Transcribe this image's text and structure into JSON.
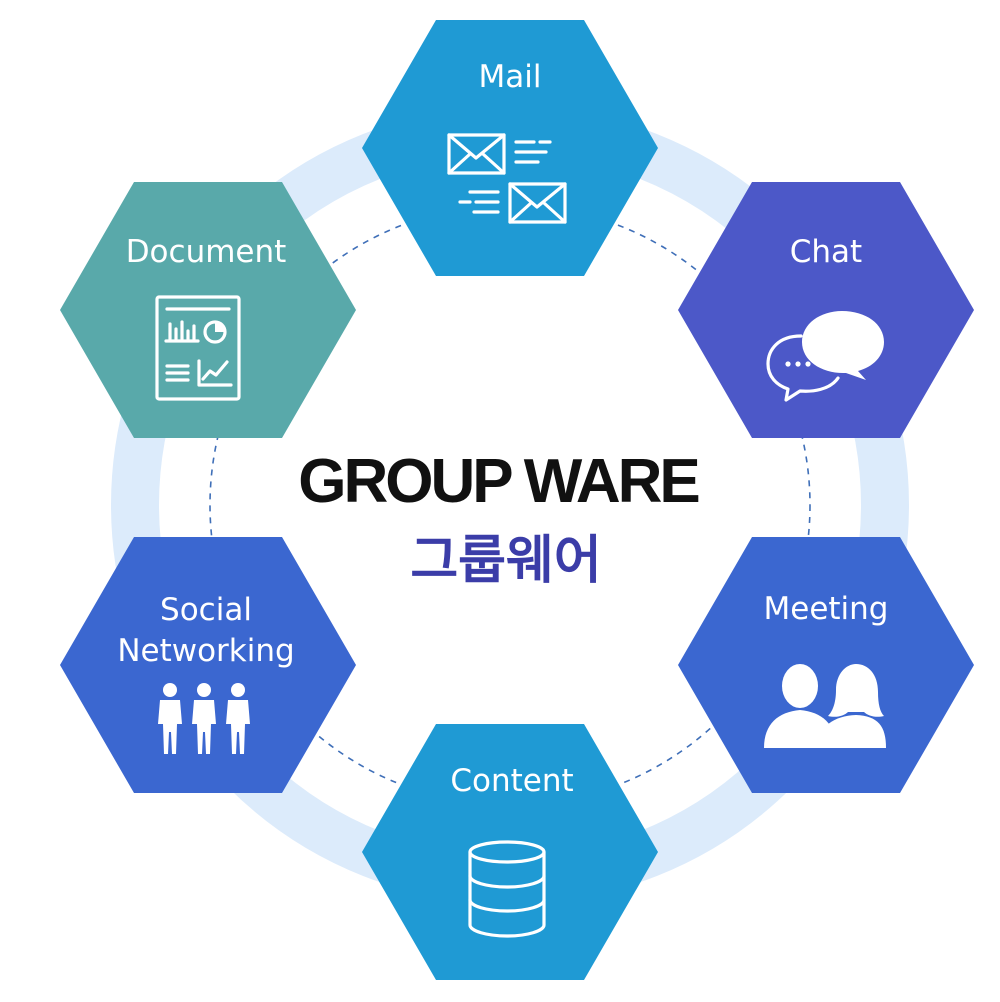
{
  "center": {
    "title": "GROUP WARE",
    "subtitle": "그룹웨어"
  },
  "colors": {
    "ring": "#dcebfb",
    "dashed": "#3f6fb8",
    "mail": "#1f9ad4",
    "chat": "#4c58c8",
    "meeting": "#3b67d0",
    "content": "#1f9ad4",
    "social": "#3b67d0",
    "document": "#59a9aa"
  },
  "nodes": {
    "mail": {
      "label": "Mail",
      "icon": "mail-icon"
    },
    "chat": {
      "label": "Chat",
      "icon": "chat-bubbles-icon"
    },
    "meeting": {
      "label": "Meeting",
      "icon": "people-pair-icon"
    },
    "content": {
      "label": "Content",
      "icon": "database-icon"
    },
    "social": {
      "label_line1": "Social",
      "label_line2": "Networking",
      "icon": "people-group-icon"
    },
    "document": {
      "label": "Document",
      "icon": "report-document-icon"
    }
  }
}
